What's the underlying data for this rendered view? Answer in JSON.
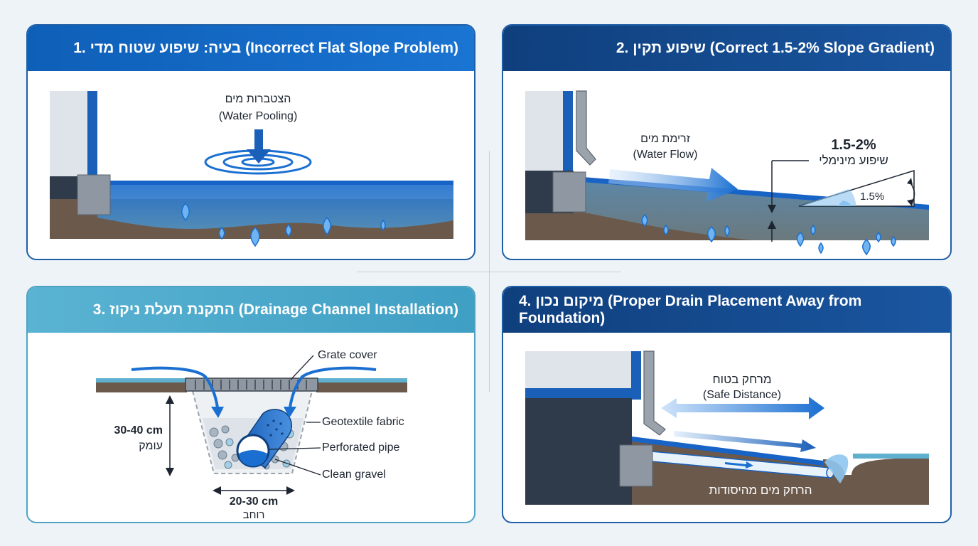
{
  "panel1": {
    "title": "1. בעיה: שיפוע שטוח מדי (Incorrect Flat Slope Problem)",
    "label_he": "הצטברות מים",
    "label_en": "(Water Pooling)"
  },
  "panel2": {
    "title": "2. שיפוע תקין (Correct 1.5-2% Slope Gradient)",
    "flow_he": "זרימת מים",
    "flow_en": "(Water Flow)",
    "slope_value": "1.5-2%",
    "slope_he": "שיפוע מינימלי",
    "angle_label": "1.5%"
  },
  "panel3": {
    "title": "3. התקנת תעלת ניקוז (Drainage Channel Installation)",
    "grate": "Grate cover",
    "geotextile": "Geotextile fabric",
    "pipe": "Perforated pipe",
    "gravel": "Clean gravel",
    "depth_value": "30-40 cm",
    "depth_he": "עומק",
    "width_value": "20-30 cm",
    "width_he": "רוחב"
  },
  "panel4": {
    "title": "4. מיקום נכון (Proper Drain Placement Away from Foundation)",
    "distance_he": "מרחק בטוח",
    "distance_en": "(Safe Distance)",
    "away_he": "הרחק מים מהיסודות"
  },
  "colors": {
    "blue": "#1a6fd1",
    "navy": "#163f7a",
    "teal": "#4fa3c2",
    "soil": "#6b5a4c",
    "concrete": "#8f98a2"
  }
}
